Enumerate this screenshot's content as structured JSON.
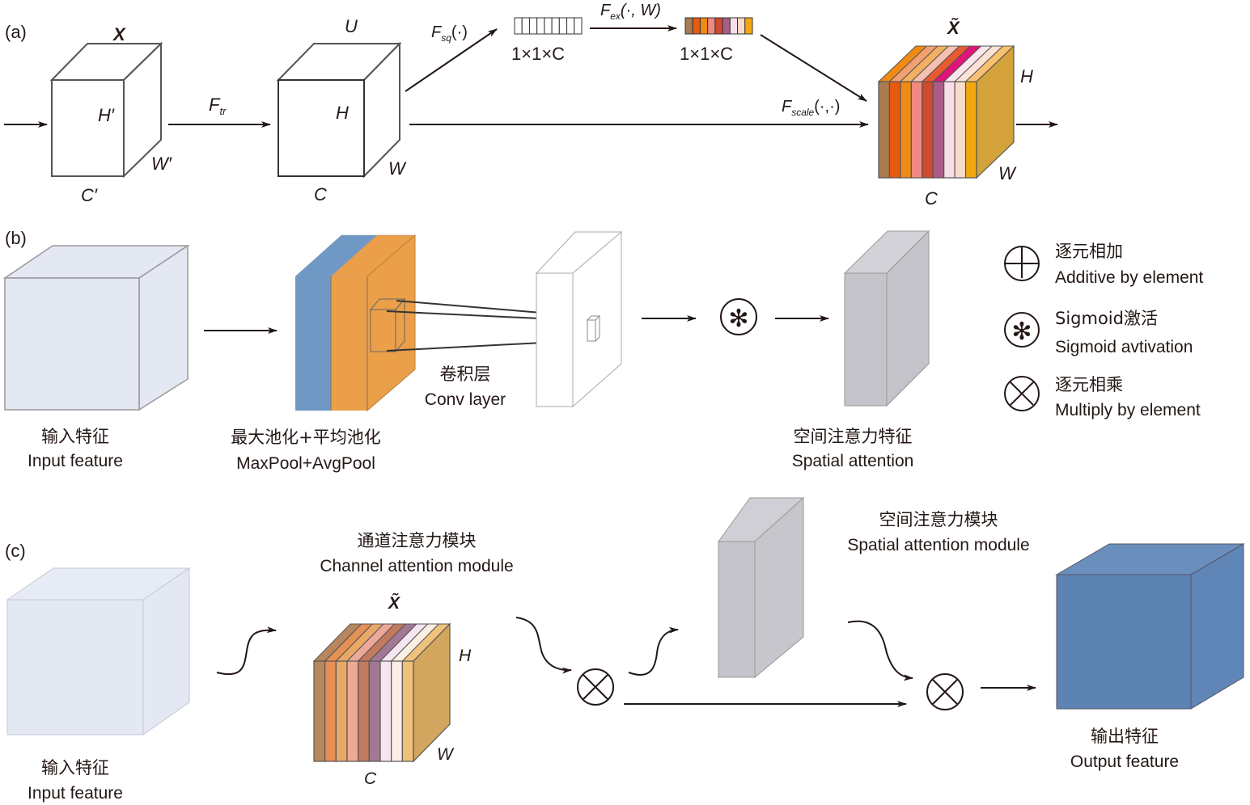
{
  "panels": {
    "a": {
      "tag": "(a)",
      "input_cube": {
        "name": "X",
        "h": "H′",
        "w": "W′",
        "c": "C′"
      },
      "transform_label": "F",
      "transform_sub": "tr",
      "u_cube": {
        "name": "U",
        "h": "H",
        "w": "W",
        "c": "C"
      },
      "squeeze_label": "F",
      "squeeze_sub": "sq",
      "squeeze_args": "(·)",
      "squeeze_vector_dims": "1×1×C",
      "excite_label": "F",
      "excite_sub": "ex",
      "excite_args": "(·, W)",
      "excite_vector_dims": "1×1×C",
      "scale_label": "F",
      "scale_sub": "scale",
      "scale_args": "(·,·)",
      "output_cube": {
        "name": "X̃",
        "h": "H",
        "w": "W",
        "c": "C"
      },
      "channel_colors": [
        "#a97b50",
        "#e85a0e",
        "#ef8a12",
        "#ef8a82",
        "#d04a2e",
        "#a85e86",
        "#f9dde8",
        "#fbdcc9",
        "#f3a812"
      ],
      "channel_top_colors": [
        "#ef8a12",
        "#f2a070",
        "#f3b060",
        "#f5c0b0",
        "#e85a30",
        "#e0147a",
        "#fbe6ee",
        "#fbe2d4",
        "#f9c070"
      ],
      "side_color": "#d4a23a"
    },
    "b": {
      "tag": "(b)",
      "input": {
        "cn": "输入特征",
        "en": "Input feature",
        "color": "#e3e8f3"
      },
      "pool": {
        "cn": "最大池化+平均池化",
        "en": "MaxPool+AvgPool",
        "blue": "#7098c5",
        "orange": "#ea9f48"
      },
      "conv": {
        "cn": "卷积层",
        "en": "Conv layer"
      },
      "sigmoid_symbol": "✻",
      "spatial": {
        "cn": "空间注意力特征",
        "en": "Spatial attention",
        "color": "#c5c4cb"
      }
    },
    "c": {
      "tag": "(c)",
      "input": {
        "cn": "输入特征",
        "en": "Input feature"
      },
      "channel_module": {
        "cn": "通道注意力模块",
        "en": "Channel attention module",
        "name": "X̃",
        "h": "H",
        "w": "W",
        "c": "C"
      },
      "channel_colors": [
        "#b9875e",
        "#e59055",
        "#eaa868",
        "#eca998",
        "#c27a5e",
        "#a27992",
        "#f6e5f0",
        "#fbefe4",
        "#eec27a"
      ],
      "spatial_module": {
        "cn": "空间注意力模块",
        "en": "Spatial attention module"
      },
      "output": {
        "cn": "输出特征",
        "en": "Output feature",
        "color": "#5d83b3"
      }
    }
  },
  "legend": [
    {
      "icon": "add-circle",
      "cn": "逐元相加",
      "en": "Additive by element"
    },
    {
      "icon": "sigmoid-circle",
      "cn": "Sigmoid激活",
      "en": "Sigmoid avtivation"
    },
    {
      "icon": "multiply-circle",
      "cn": "逐元相乘",
      "en": "Multiply by element"
    }
  ]
}
